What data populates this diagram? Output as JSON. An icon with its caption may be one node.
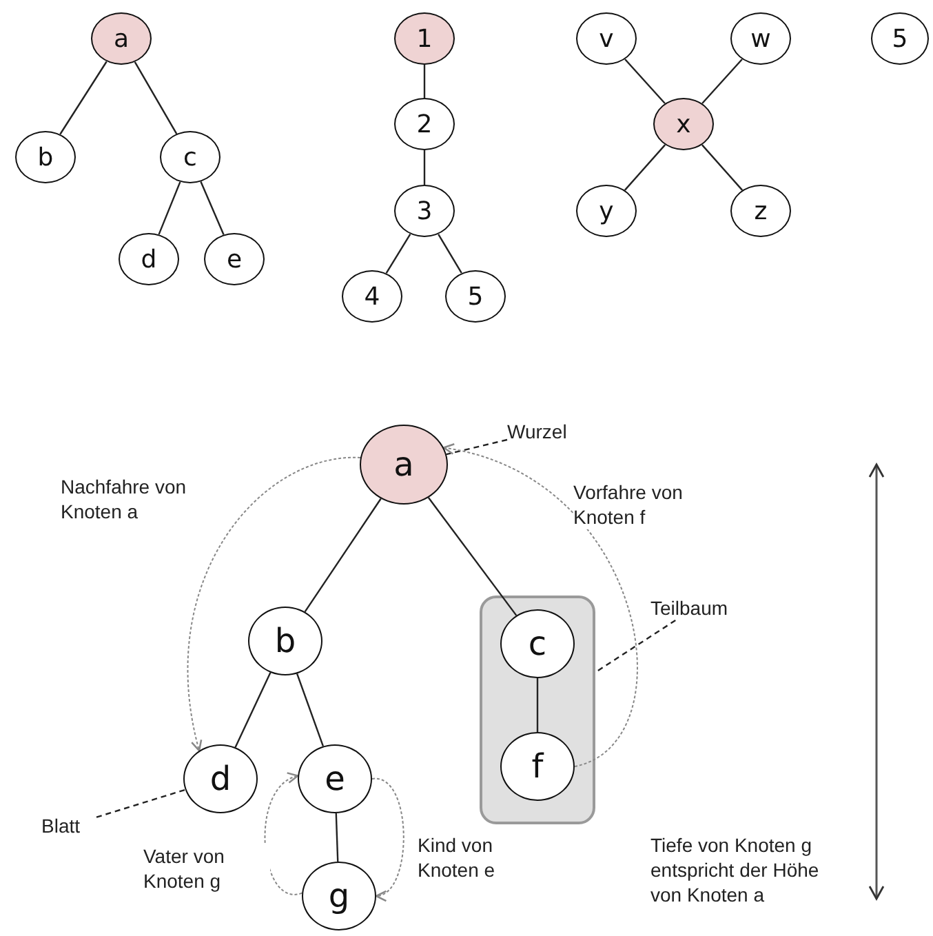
{
  "diagram": {
    "nodes": [
      {
        "text": [
          "a"
        ]
      },
      {
        "text": [
          "b"
        ]
      },
      {
        "text": [
          "c"
        ]
      },
      {
        "text": [
          "d"
        ]
      },
      {
        "text": [
          "e"
        ]
      },
      {
        "text": [
          "1"
        ]
      },
      {
        "text": [
          "2"
        ]
      },
      {
        "text": [
          "3"
        ]
      },
      {
        "text": [
          "4"
        ]
      },
      {
        "text": [
          "5"
        ]
      },
      {
        "text": [
          "v"
        ]
      },
      {
        "text": [
          "w"
        ]
      },
      {
        "text": [
          "x"
        ]
      },
      {
        "text": [
          "y"
        ]
      },
      {
        "text": [
          "z"
        ]
      },
      {
        "text": [
          "5"
        ]
      },
      {
        "text": [
          "Wurzel"
        ]
      },
      {
        "text": [
          "a"
        ]
      },
      {
        "text": [
          "b"
        ]
      },
      {
        "text": [],
        "shape": "box"
      },
      {
        "text": [
          "c"
        ],
        "in": 19
      },
      {
        "text": [
          "Teilbaum"
        ]
      },
      {
        "text": [
          "d"
        ]
      },
      {
        "text": [
          "e"
        ]
      },
      {
        "text": [
          "f"
        ],
        "in": 19
      },
      {
        "text": [
          "Blatt"
        ]
      },
      {
        "text": [
          "g"
        ]
      }
    ],
    "edges": [
      {
        "from": 0,
        "to": 1,
        "arrow": "none"
      },
      {
        "from": 0,
        "to": 2,
        "arrow": "none"
      },
      {
        "from": 2,
        "to": 3,
        "arrow": "none"
      },
      {
        "from": 2,
        "to": 4,
        "arrow": "none"
      },
      {
        "from": 5,
        "to": 6,
        "arrow": "none"
      },
      {
        "from": 6,
        "to": 7,
        "arrow": "none"
      },
      {
        "from": 7,
        "to": 8,
        "arrow": "none"
      },
      {
        "from": 7,
        "to": 9,
        "arrow": "none"
      },
      {
        "from": 10,
        "to": 12,
        "arrow": "none"
      },
      {
        "from": 11,
        "to": 12,
        "arrow": "none"
      },
      {
        "from": 12,
        "to": 13,
        "arrow": "none"
      },
      {
        "from": 12,
        "to": 14,
        "arrow": "none"
      },
      {
        "from": 17,
        "to": 18,
        "arrow": "none"
      },
      {
        "from": 17,
        "to": 20,
        "arrow": "none"
      },
      {
        "from": 18,
        "to": 22,
        "arrow": "none"
      },
      {
        "from": 18,
        "to": 23,
        "arrow": "none"
      },
      {
        "from": 23,
        "to": 26,
        "arrow": "none"
      },
      {
        "from": 20,
        "to": 24,
        "arrow": "none"
      },
      {
        "from": 16,
        "to": 17,
        "arrow": "none",
        "style": "dashed"
      },
      {
        "from": 21,
        "to": 19,
        "arrow": "none",
        "style": "dashed"
      },
      {
        "from": 25,
        "to": 22,
        "arrow": "none",
        "style": "dashed"
      },
      {
        "from": 17,
        "to": 22,
        "arrow": "to",
        "label": "Nachfahre von Knoten a",
        "style": "dashed",
        "color": "#888888"
      },
      {
        "from": 24,
        "to": 17,
        "arrow": "to",
        "label": "Vorfahre von Knoten f",
        "style": "dashed",
        "color": "#888888"
      },
      {
        "from": 26,
        "to": 23,
        "arrow": "to",
        "label": "Vater von Knoten g",
        "style": "dashed",
        "color": "#888888"
      },
      {
        "from": 23,
        "to": 26,
        "arrow": "to",
        "label": "Kind von Knoten e",
        "style": "dashed",
        "color": "#888888"
      }
    ],
    "labels": [
      "Tiefe von Knoten g entspricht der Höhe von Knoten a"
    ]
  }
}
